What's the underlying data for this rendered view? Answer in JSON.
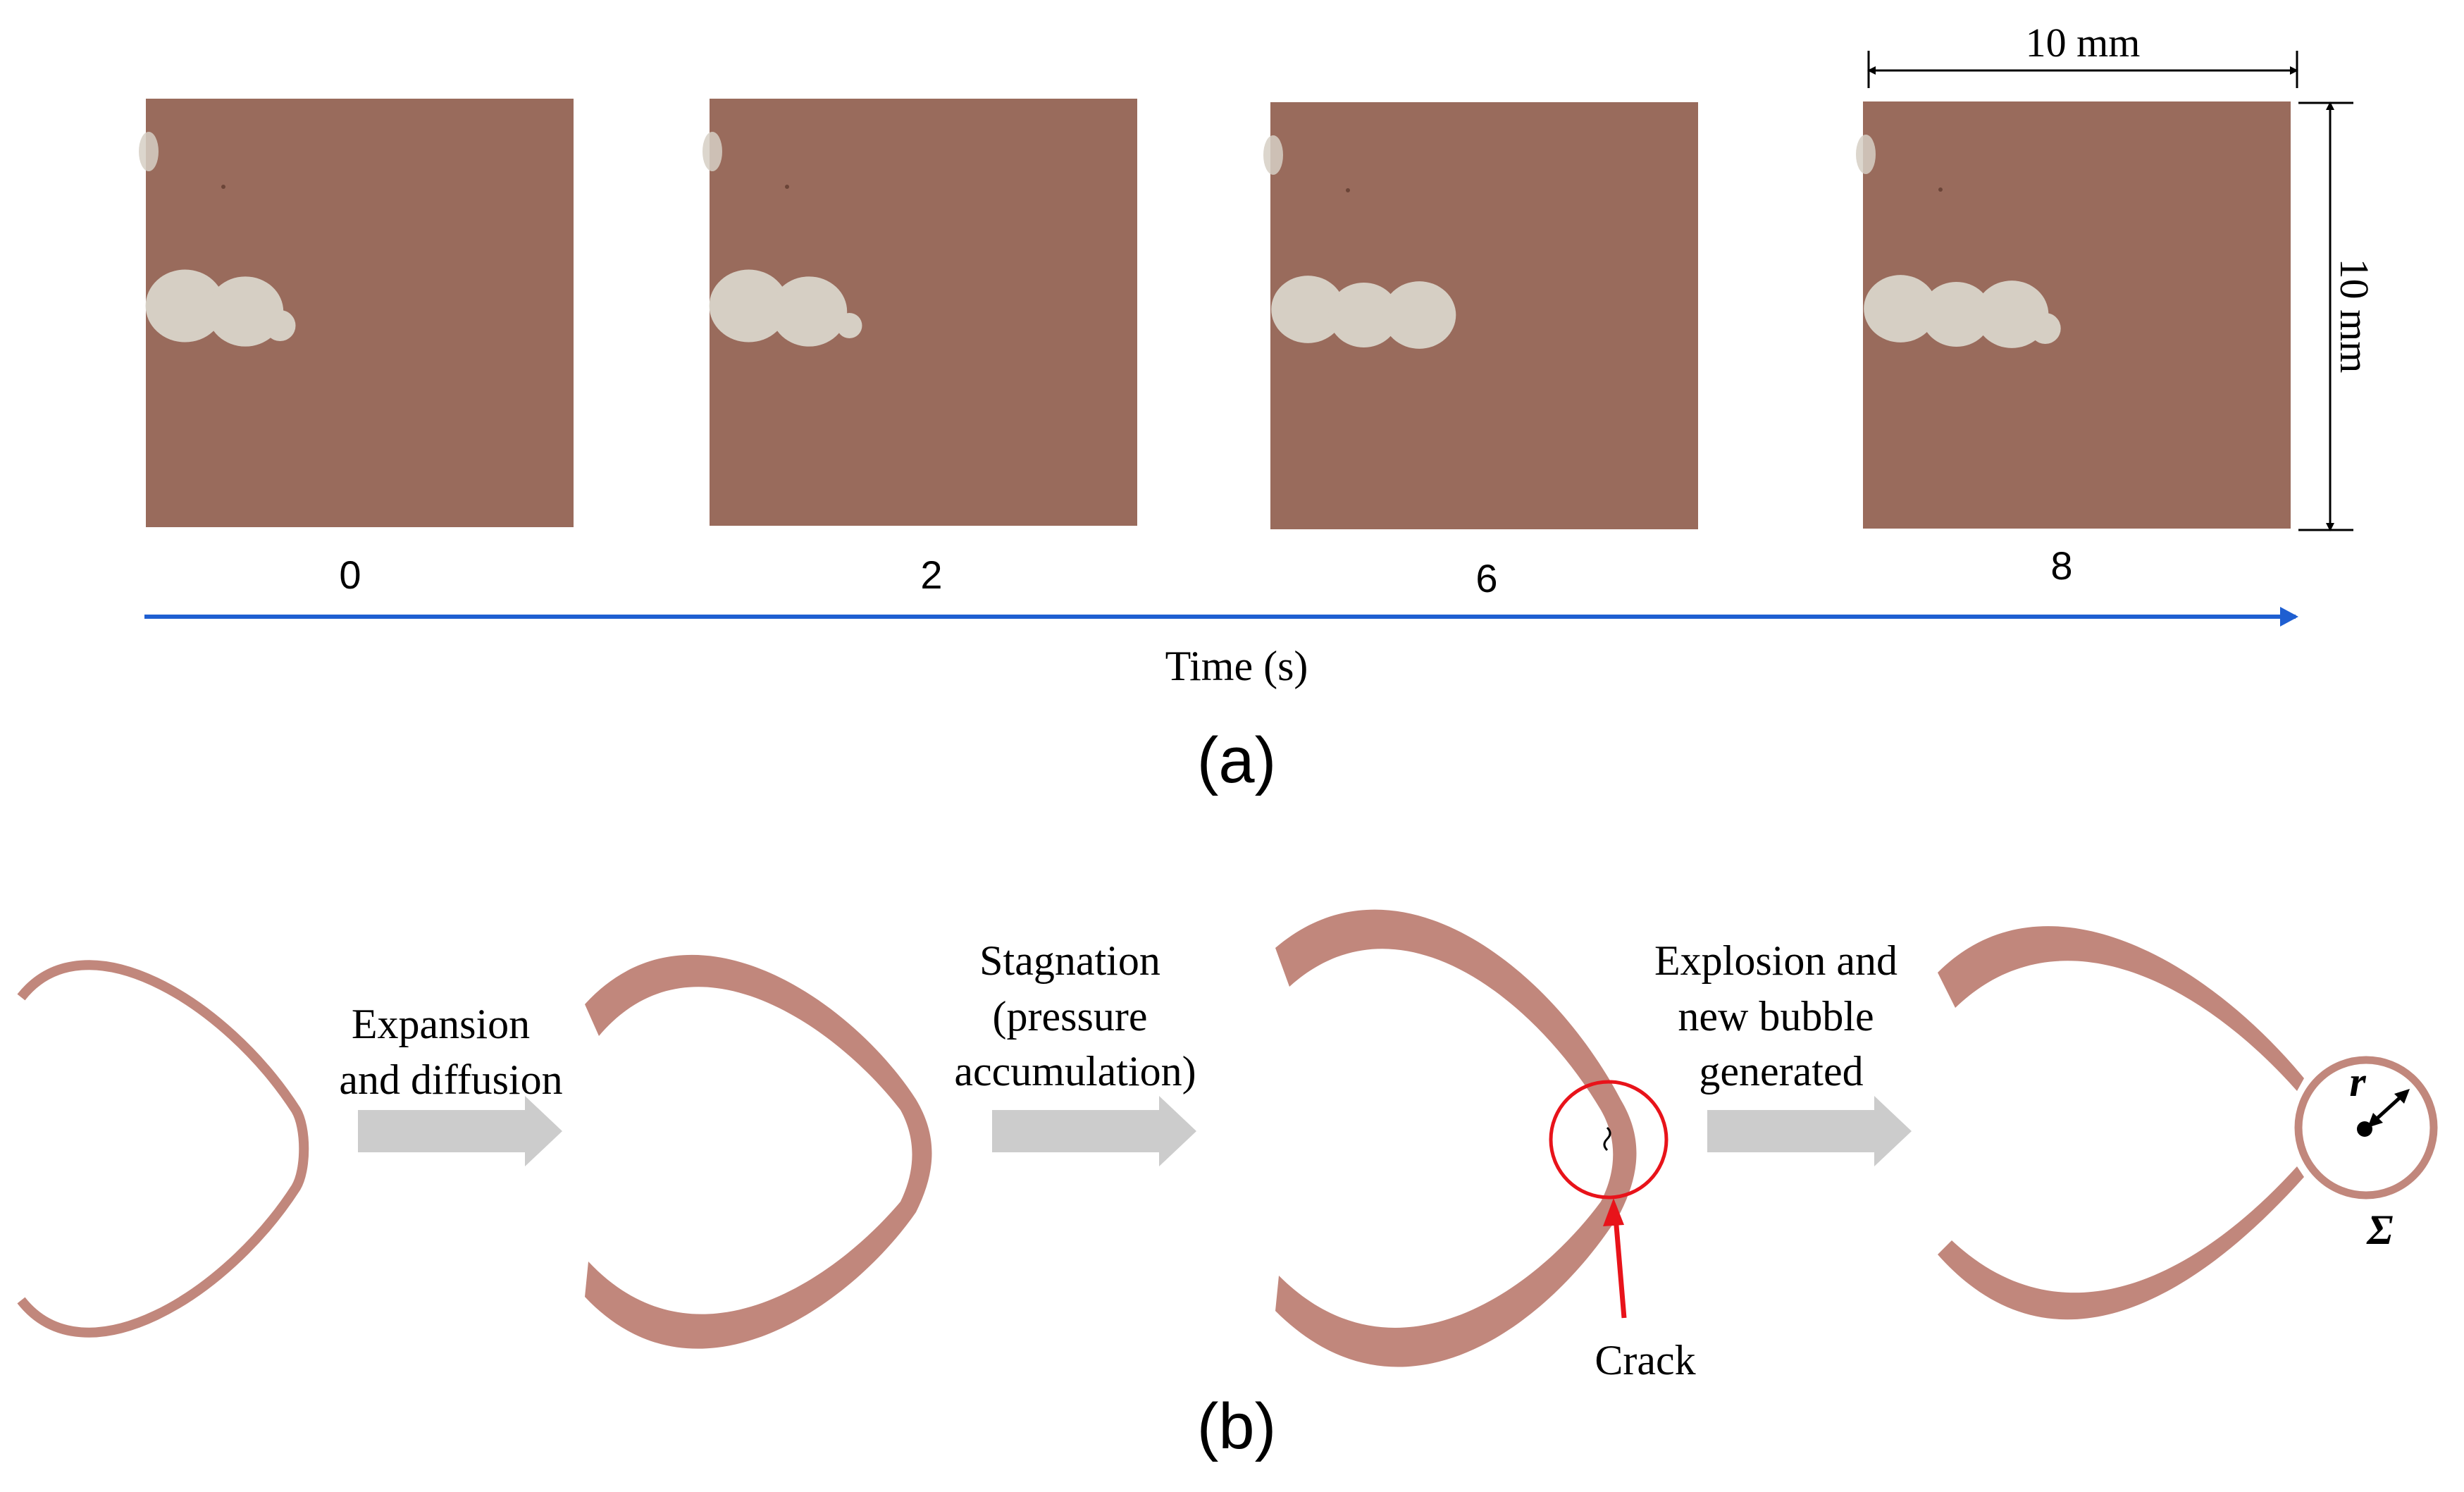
{
  "panel_a": {
    "frames": [
      {
        "time_label": "0",
        "drop_count": 2,
        "tip": "bulge-small"
      },
      {
        "time_label": "2",
        "drop_count": 2,
        "tip": "bulge-neck"
      },
      {
        "time_label": "6",
        "drop_count": 3,
        "tip": "none"
      },
      {
        "time_label": "8",
        "drop_count": 3,
        "tip": "bulge-small"
      }
    ],
    "width_label": "10 mm",
    "height_label": "10 mm",
    "axis_label": "Time (s)",
    "panel_label": "(a)",
    "colors": {
      "specimen": "#996B5C",
      "drop": "#D6CFC4",
      "axis": "#1F5FD1"
    }
  },
  "panel_b": {
    "steps": [
      {
        "label_lines": [
          "Expansion",
          "and diffusion"
        ]
      },
      {
        "label_lines": [
          "Stagnation",
          "(pressure",
          "accumulation)"
        ]
      },
      {
        "label_lines": [
          "Explosion and",
          "new bubble",
          "generated"
        ]
      }
    ],
    "crack_label": "Crack",
    "radius_symbol": "r",
    "surface_symbol": "Σ",
    "panel_label": "(b)",
    "colors": {
      "shell": "#C1877C",
      "arrow": "#CCCCCC",
      "crack": "#E8131A"
    }
  }
}
